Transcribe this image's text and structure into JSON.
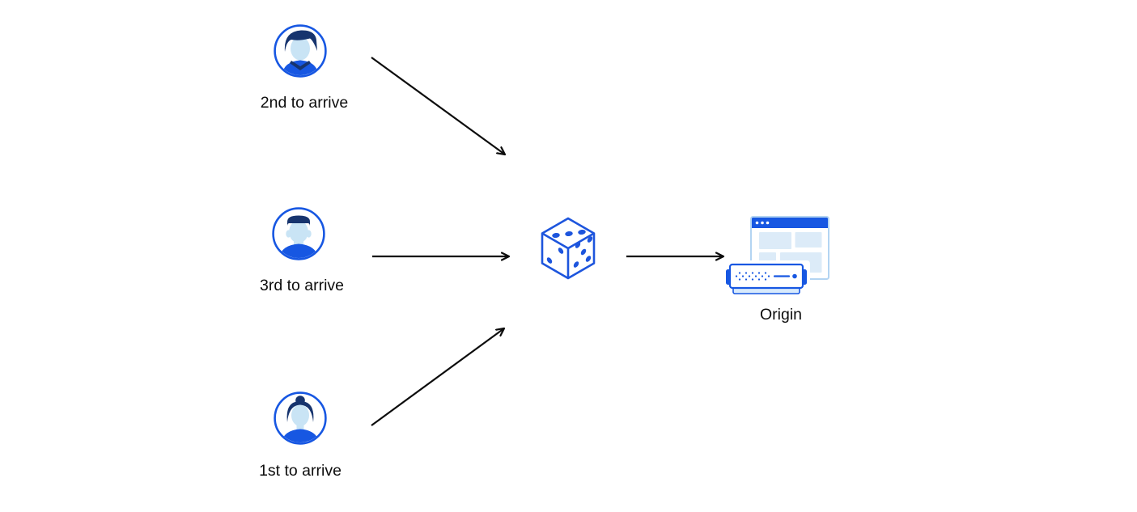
{
  "scene": {
    "background_color": "#ffffff",
    "accent_colors": {
      "primary_blue": "#1757e2",
      "dark_navy": "#17346e",
      "face_light_blue": "#c9e4f5",
      "panel_light_blue": "#dcebf8",
      "window_border_blue": "#b3d4f2",
      "arrow_color": "#0d0d0d"
    }
  },
  "nodes": {
    "user_second": {
      "label": "2nd to arrive",
      "icon": "user-avatar-male-swoop-icon"
    },
    "user_third": {
      "label": "3rd to arrive",
      "icon": "user-avatar-male-flattop-icon"
    },
    "user_first": {
      "label": "1st to arrive",
      "icon": "user-avatar-female-bun-icon"
    },
    "randomizer": {
      "icon": "dice-icon"
    },
    "origin": {
      "label": "Origin",
      "icon": "origin-server-icon"
    }
  },
  "arrows": [
    {
      "from": "user_second",
      "to": "randomizer"
    },
    {
      "from": "user_third",
      "to": "randomizer"
    },
    {
      "from": "user_first",
      "to": "randomizer"
    },
    {
      "from": "randomizer",
      "to": "origin"
    }
  ]
}
